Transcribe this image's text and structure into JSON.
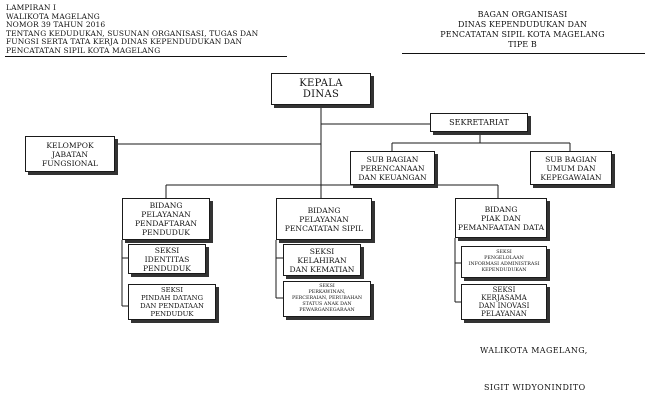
{
  "header_left": {
    "lines": [
      "LAMPIRAN I",
      "WALIKOTA MAGELANG",
      "NOMOR 39 TAHUN 2016",
      "TENTANG KEDUDUKAN, SUSUNAN ORGANISASI, TUGAS DAN",
      "FUNGSI SERTA TATA KERJA DINAS KEPENDUDUKAN DAN",
      "PENCATATAN SIPIL KOTA MAGELANG"
    ]
  },
  "header_right": {
    "lines": [
      "BAGAN  ORGANISASI",
      "DINAS KEPENDUDUKAN  DAN",
      "PENCATATAN  SIPIL KOTA  MAGELANG",
      "TIPE  B"
    ]
  },
  "org": {
    "kepala": {
      "lines": [
        "KEPALA",
        "DINAS"
      ]
    },
    "sekretariat": {
      "lines": [
        "SEKRETARIAT"
      ]
    },
    "kelompok": {
      "lines": [
        "KELOMPOK",
        "JABATAN",
        "FUNGSIONAL"
      ]
    },
    "subbag_perencanaan": {
      "lines": [
        "SUB BAGIAN",
        "PERENCANAAN",
        "DAN KEUANGAN"
      ]
    },
    "subbag_umum": {
      "lines": [
        "SUB BAGIAN",
        "UMUM DAN",
        "KEPEGAWAIAN"
      ]
    },
    "bidang_pendaftaran": {
      "lines": [
        "BIDANG",
        "PELAYANAN",
        "PENDAFTARAN",
        "PENDUDUK"
      ]
    },
    "bidang_capil": {
      "lines": [
        "BIDANG",
        "PELAYANAN",
        "PENCATATAN SIPIL"
      ]
    },
    "bidang_piak": {
      "lines": [
        "BIDANG",
        "PIAK DAN",
        "PEMANFAATAN DATA"
      ]
    },
    "seksi_identitas": {
      "lines": [
        "SEKSI",
        "IDENTITAS",
        "PENDUDUK"
      ]
    },
    "seksi_pindah": {
      "lines": [
        "SEKSI",
        "PINDAH DATANG",
        "DAN PENDATAAN",
        "PENDUDUK"
      ]
    },
    "seksi_kelahiran": {
      "lines": [
        "SEKSI",
        "KELAHIRAN",
        "DAN KEMATIAN"
      ]
    },
    "seksi_perkawinan": {
      "lines": [
        "SEKSI",
        "PERKAWINAN,",
        "PERCERAIAN, PERUBAHAN",
        "STATUS ANAK DAN",
        "PEWARGANEGARAAN"
      ]
    },
    "seksi_pengelolaan": {
      "lines": [
        "SEKSI",
        "PENGELOLAAN",
        "INFORMASI ADMINISTRASI",
        "KEPENDUDUKAN"
      ]
    },
    "seksi_kerjasama": {
      "lines": [
        "SEKSI",
        "KERJASAMA",
        "DAN INOVASI",
        "PELAYANAN"
      ]
    }
  },
  "signature": {
    "title": "WALIKOTA MAGELANG,",
    "name": "SIGIT  WIDYONINDITO"
  }
}
